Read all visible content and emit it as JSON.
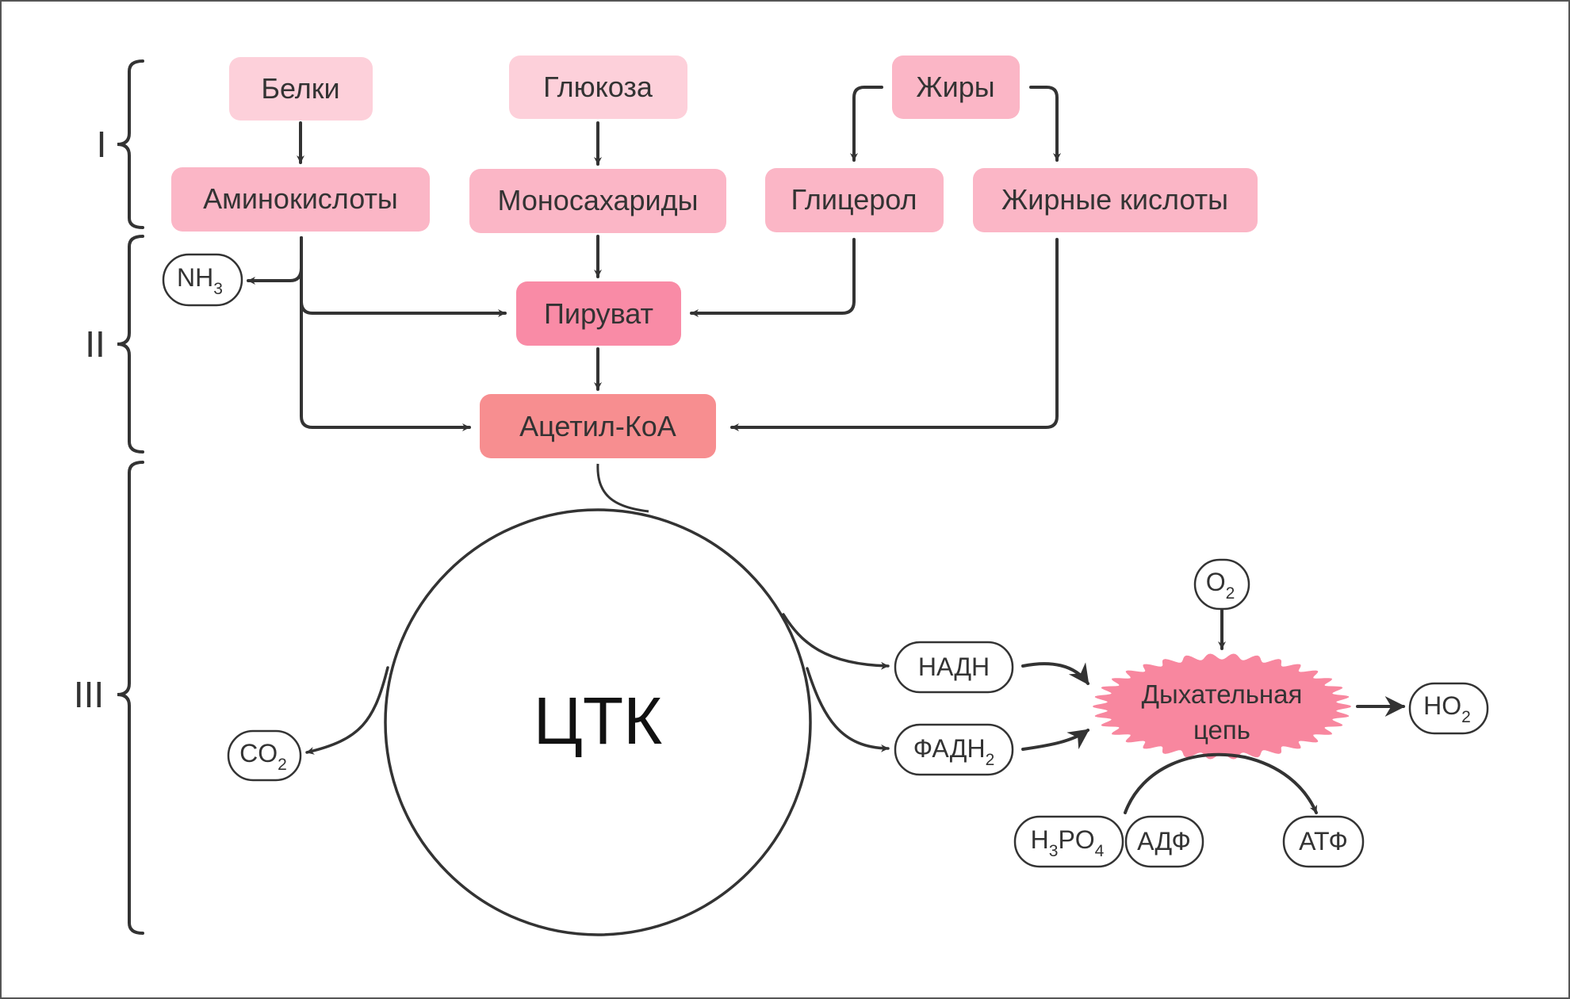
{
  "stages": [
    "I",
    "II",
    "III"
  ],
  "nodes": {
    "proteins": "Белки",
    "glucose": "Глюкоза",
    "fats": "Жиры",
    "amino_acids": "Аминокислоты",
    "monosaccharides": "Моносахариды",
    "glycerol": "Глицерол",
    "fatty_acids": "Жирные кислоты",
    "pyruvate": "Пируват",
    "acetyl_coa": "Ацетил-КоА",
    "tca": "ЦТК",
    "resp_chain_line1": "Дыхательная",
    "resp_chain_line2": "цепь"
  },
  "molecules": {
    "nh3": {
      "base": "NH",
      "sub": "3"
    },
    "co2": {
      "base": "CO",
      "sub": "2"
    },
    "nadh": {
      "base": "НАДН",
      "sub": ""
    },
    "fadh2": {
      "base": "ФАДН",
      "sub": "2"
    },
    "o2": {
      "base": "O",
      "sub": "2"
    },
    "ho2": {
      "base": "HO",
      "sub": "2"
    },
    "h3po4": {
      "p1": "H",
      "s1": "3",
      "p2": "PO",
      "s2": "4"
    },
    "adp": "АДФ",
    "atp": "АТФ"
  },
  "colors": {
    "light_pink": "#fdd0da",
    "mid_pink": "#fbb6c6",
    "pyruvate_pink": "#f98ba6",
    "acetyl_salmon": "#f78e90",
    "resp_chain": "#f8879f",
    "line": "#333333"
  }
}
